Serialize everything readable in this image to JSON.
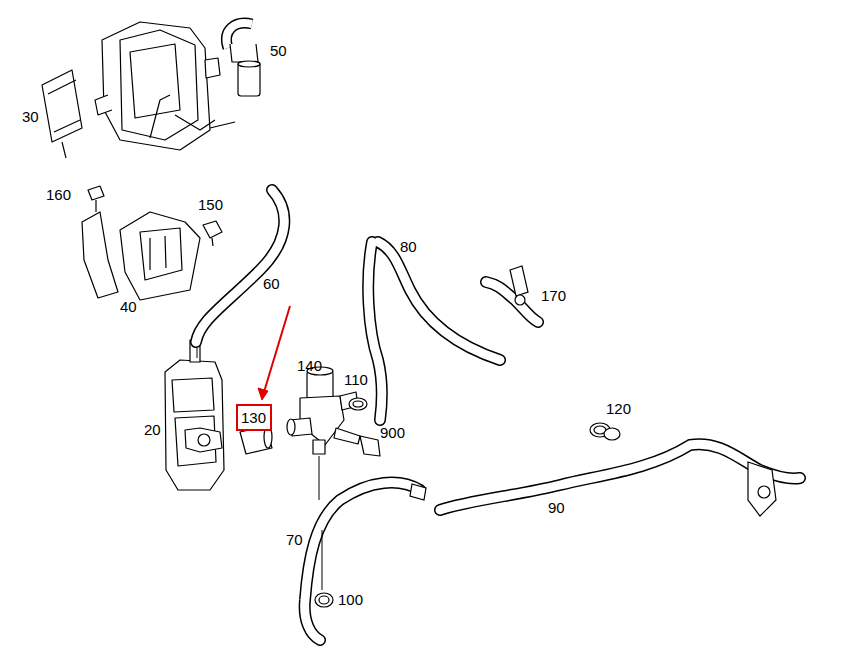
{
  "diagram": {
    "nodes": [
      {
        "text": [
          "130"
        ]
      }
    ],
    "labels": [
      "50",
      "30",
      "160",
      "150",
      "80",
      "60",
      "170",
      "40",
      "140",
      "110",
      "20",
      "900",
      "120",
      "90",
      "70",
      "100"
    ]
  }
}
